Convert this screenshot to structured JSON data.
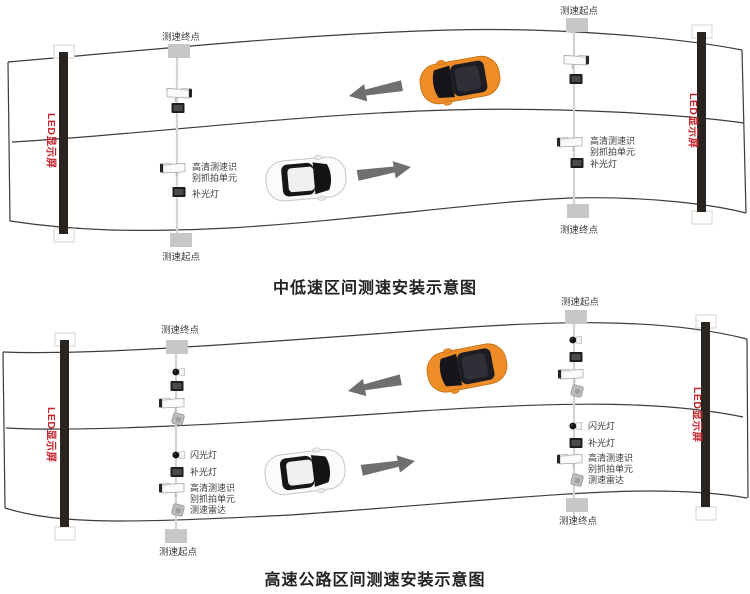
{
  "top_diagram": {
    "title": "中低速区间测速安装示意图",
    "led_screen_left": "LED显示屏",
    "led_screen_right": "LED显示屏",
    "left_pole": {
      "top_marker_label": "测速终点",
      "camera_label_line1": "高清测速识",
      "camera_label_line2": "别抓拍单元",
      "fill_light_label": "补光灯",
      "bottom_marker_label": "测速起点"
    },
    "right_pole": {
      "top_marker_label": "测速起点",
      "camera_label_line1": "高清测速识",
      "camera_label_line2": "别抓拍单元",
      "fill_light_label": "补光灯",
      "bottom_marker_label": "测速终点"
    }
  },
  "bottom_diagram": {
    "title": "高速公路区间测速安装示意图",
    "led_screen_left": "LED显示屏",
    "led_screen_right": "LED显示屏",
    "left_pole": {
      "top_marker_label": "测速终点",
      "flash_label": "闪光灯",
      "fill_light_label": "补光灯",
      "camera_label_line1": "高清测速识",
      "camera_label_line2": "别抓拍单元",
      "radar_label": "测速雷达",
      "bottom_marker_label": "测速起点"
    },
    "right_pole": {
      "top_marker_label": "测速起点",
      "flash_label": "闪光灯",
      "fill_light_label": "补光灯",
      "camera_label_line1": "高清测速识",
      "camera_label_line2": "别抓拍单元",
      "radar_label": "测速雷达",
      "bottom_marker_label": "测速终点"
    }
  },
  "colors": {
    "led_text_red": "#c5232b",
    "arrow_gray": "#6f6f6f",
    "car_orange": "#ee8d28",
    "road_line": "#3c3c3c",
    "led_bar": "#29241f",
    "marker_gray": "#c7c7c7"
  },
  "icons": {
    "camera": "speed-camera-icon",
    "flash": "flash-light-icon",
    "fill_light": "fill-light-icon",
    "radar": "radar-icon",
    "marker": "measure-point-marker",
    "arrow": "traffic-direction-arrow"
  }
}
